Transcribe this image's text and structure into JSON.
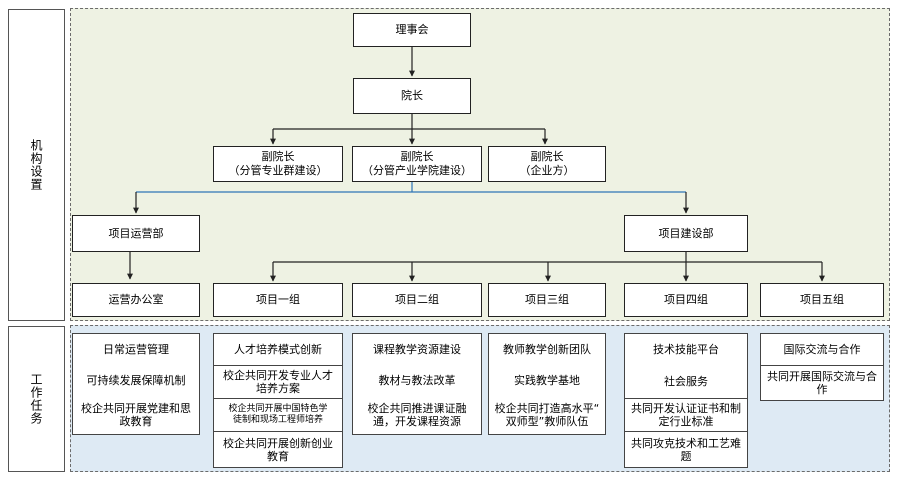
{
  "sections": {
    "org": "机构设置",
    "tasks": "工作任务"
  },
  "org_chart": {
    "board": "理事会",
    "dean": "院长",
    "vice_deans": [
      {
        "title": "副院长",
        "sub": "（分管专业群建设）"
      },
      {
        "title": "副院长",
        "sub": "（分管产业学院建设）"
      },
      {
        "title": "副院长",
        "sub": "（企业方）"
      }
    ],
    "departments": {
      "operations": "项目运营部",
      "construction": "项目建设部"
    },
    "units": {
      "office": "运营办公室",
      "groups": [
        "项目一组",
        "项目二组",
        "项目三组",
        "项目四组",
        "项目五组"
      ]
    }
  },
  "tasks": [
    {
      "items": [
        "日常运营管理",
        "可持续发展保障机制",
        "校企共同开展党建和思\n政教育"
      ]
    },
    {
      "items": [
        "人才培养模式创新",
        "校企共同开发专业人才\n培养方案",
        "校企共同开展中国特色学\n徒制和现场工程师培养",
        "校企共同开展创新创业\n教育"
      ]
    },
    {
      "items": [
        "课程教学资源建设",
        "教材与教法改革",
        "校企共同推进课证融\n通，开发课程资源"
      ]
    },
    {
      "items": [
        "教师教学创新团队",
        "实践教学基地",
        "校企共同打造高水平“\n双师型”教师队伍"
      ]
    },
    {
      "items": [
        "技术技能平台",
        "社会服务",
        "共同开发认证证书和制\n定行业标准",
        "共同攻克技术和工艺难\n题"
      ]
    },
    {
      "items": [
        "国际交流与合作",
        "共同开展国际交流与合\n作"
      ]
    }
  ]
}
